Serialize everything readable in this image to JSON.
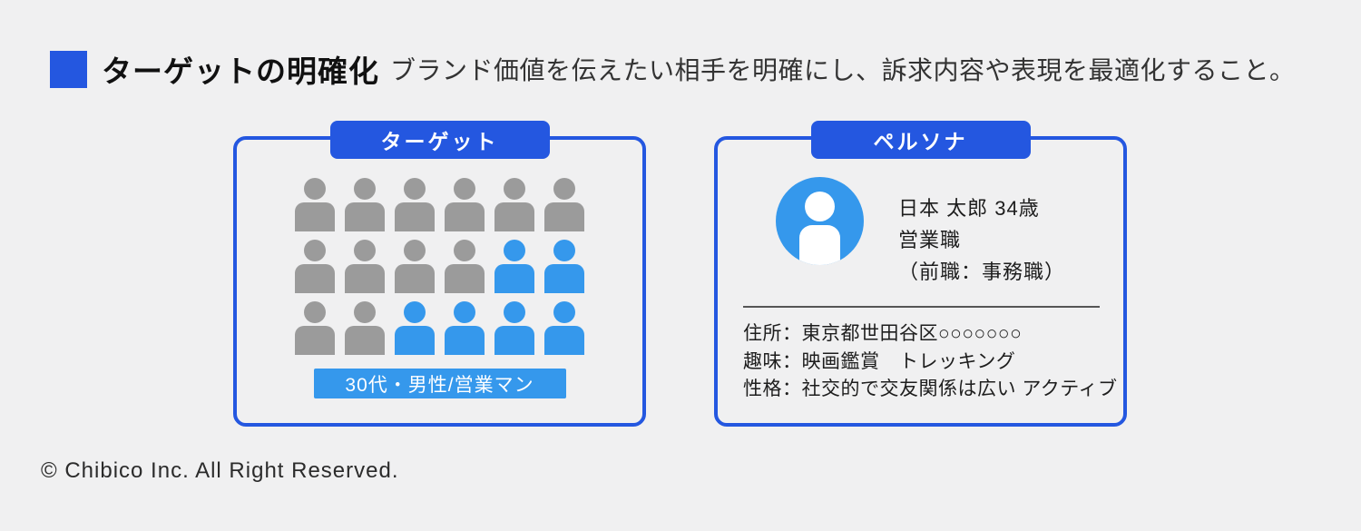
{
  "page": {
    "colors": {
      "accent_blue": "#2457e0",
      "light_blue": "#3598ec",
      "person_gray": "#9b9b9b",
      "background": "#f0f0f1"
    }
  },
  "header": {
    "title": "ターゲットの明確化",
    "subtitle": "ブランド価値を伝えたい相手を明確にし、訴求内容や表現を最適化すること。"
  },
  "target_panel": {
    "tab_label": "ターゲット",
    "caption": "30代・男性/営業マン",
    "grid": {
      "rows": 3,
      "cols": 6,
      "cells": [
        [
          "gray",
          "gray",
          "gray",
          "gray",
          "gray",
          "gray"
        ],
        [
          "gray",
          "gray",
          "gray",
          "gray",
          "blue",
          "blue"
        ],
        [
          "gray",
          "gray",
          "blue",
          "blue",
          "blue",
          "blue"
        ]
      ]
    }
  },
  "persona_panel": {
    "tab_label": "ペルソナ",
    "profile": {
      "name_line": "日本 太郎  34歳",
      "job_line": "営業職",
      "previous_job_line": "（前職：事務職）"
    },
    "details": [
      "住所：東京都世田谷区○○○○○○○",
      "趣味：映画鑑賞　トレッキング",
      "性格：社交的で交友関係は広い アクティブ"
    ]
  },
  "footer": {
    "copyright": "© Chibico Inc. All Right Reserved."
  }
}
